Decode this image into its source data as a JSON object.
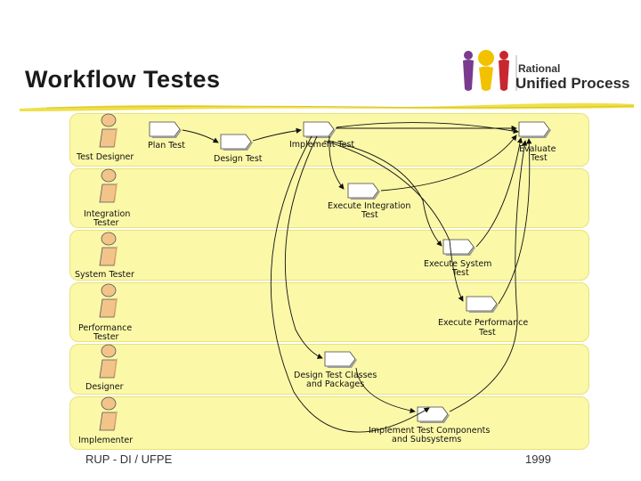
{
  "title": "Workflow Testes",
  "logo": {
    "line1": "Rational",
    "line2": "Unified Process"
  },
  "lanes": [
    {
      "role": "Test Designer"
    },
    {
      "role_line1": "Integration",
      "role_line2": "Tester"
    },
    {
      "role": "System Tester"
    },
    {
      "role_line1": "Performance",
      "role_line2": "Tester"
    },
    {
      "role": "Designer"
    },
    {
      "role": "Implementer"
    }
  ],
  "activities": {
    "plan_test": "Plan Test",
    "design_test": "Design Test",
    "implement_test": "Implement Test",
    "evaluate_test_line1": "Evaluate",
    "evaluate_test_line2": "Test",
    "execute_integration_line1": "Execute Integration",
    "execute_integration_line2": "Test",
    "execute_system_line1": "Execute System",
    "execute_system_line2": "Test",
    "execute_performance_line1": "Execute Performance",
    "execute_performance_line2": "Test",
    "design_test_classes_line1": "Design Test Classes",
    "design_test_classes_line2": "and Packages",
    "implement_components_line1": "Implement Test Components",
    "implement_components_line2": "and Subsystems"
  },
  "footer": {
    "left": "RUP - DI / UFPE",
    "right": "1999"
  },
  "colors": {
    "lane_fill": "#fbf8a8",
    "actor_fill": "#f2c48a",
    "accent_purple": "#7a3b8f",
    "accent_yellow": "#f2c200",
    "accent_red": "#c8272f"
  }
}
